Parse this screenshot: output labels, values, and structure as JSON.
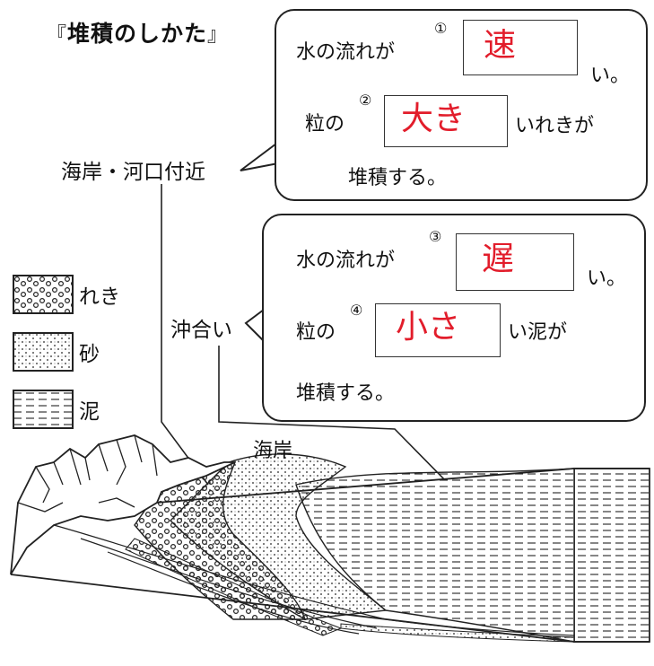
{
  "title": "堆積のしかた",
  "title_bracket_open": "『",
  "title_bracket_close": "』",
  "labels": {
    "coast_river_mouth": "海岸・河口付近",
    "offshore": "沖合い",
    "shore": "海岸"
  },
  "bubble_coast": {
    "line1_prefix": "水の流れが",
    "num1": "①",
    "answer1": "速",
    "line1_suffix": "い。",
    "line2_prefix": "粒の",
    "num2": "②",
    "answer2": "大き",
    "line2_suffix": "いれきが",
    "line3": "堆積する。"
  },
  "bubble_offshore": {
    "line1_prefix": "水の流れが",
    "num3": "③",
    "answer3": "遅",
    "line1_suffix": "い。",
    "line2_prefix": "粒の",
    "num4": "④",
    "answer4": "小さ",
    "line2_suffix": "い泥が",
    "line3": "堆積する。"
  },
  "legend": [
    {
      "label": "れき",
      "pattern": "gravel"
    },
    {
      "label": "砂",
      "pattern": "sand"
    },
    {
      "label": "泥",
      "pattern": "mud"
    }
  ],
  "colors": {
    "answer_ink": "#e21d2b",
    "line_ink": "#222222"
  }
}
